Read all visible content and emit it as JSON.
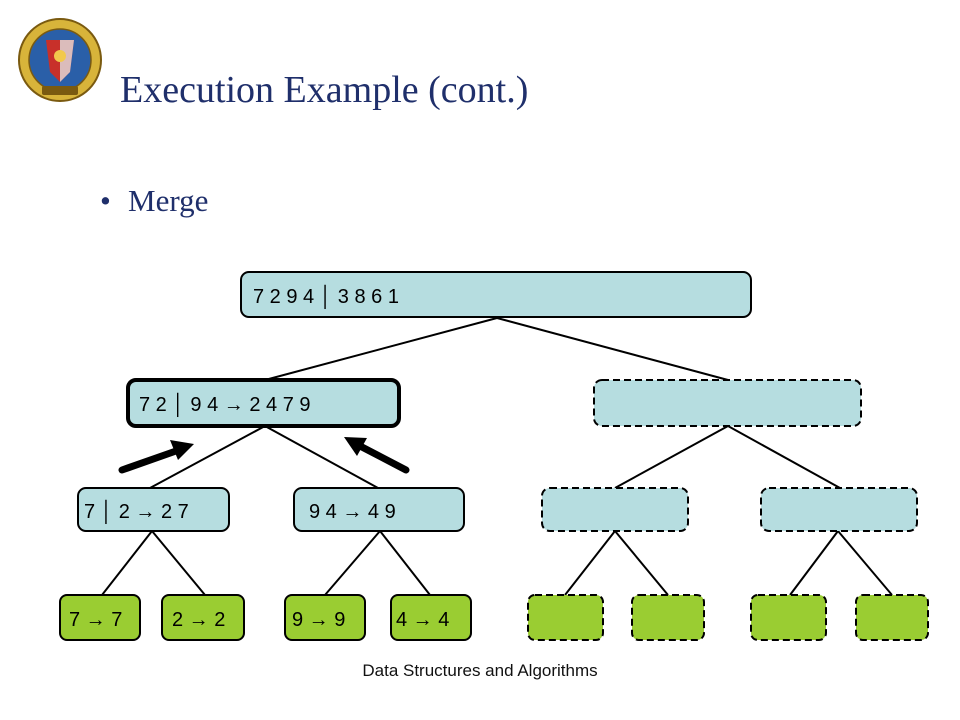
{
  "slide": {
    "title": "Execution Example (cont.)",
    "bullet": "Merge",
    "footer": "Data Structures and Algorithms"
  },
  "tree": {
    "root": "7 2 9 4 │ 3 8 6 1",
    "level1": [
      "7 2 │ 9 4 → 2 4 7 9",
      ""
    ],
    "level2": [
      "7 │ 2 → 2 7",
      "9 4 → 4 9",
      "",
      ""
    ],
    "level3": [
      "7 → 7",
      "2 → 2",
      "9 → 9",
      "4 → 4",
      "",
      "",
      "",
      ""
    ]
  },
  "colors": {
    "title": "#1f2f6b",
    "node_fill": "#b6dde0",
    "leaf_fill": "#9acd32"
  }
}
